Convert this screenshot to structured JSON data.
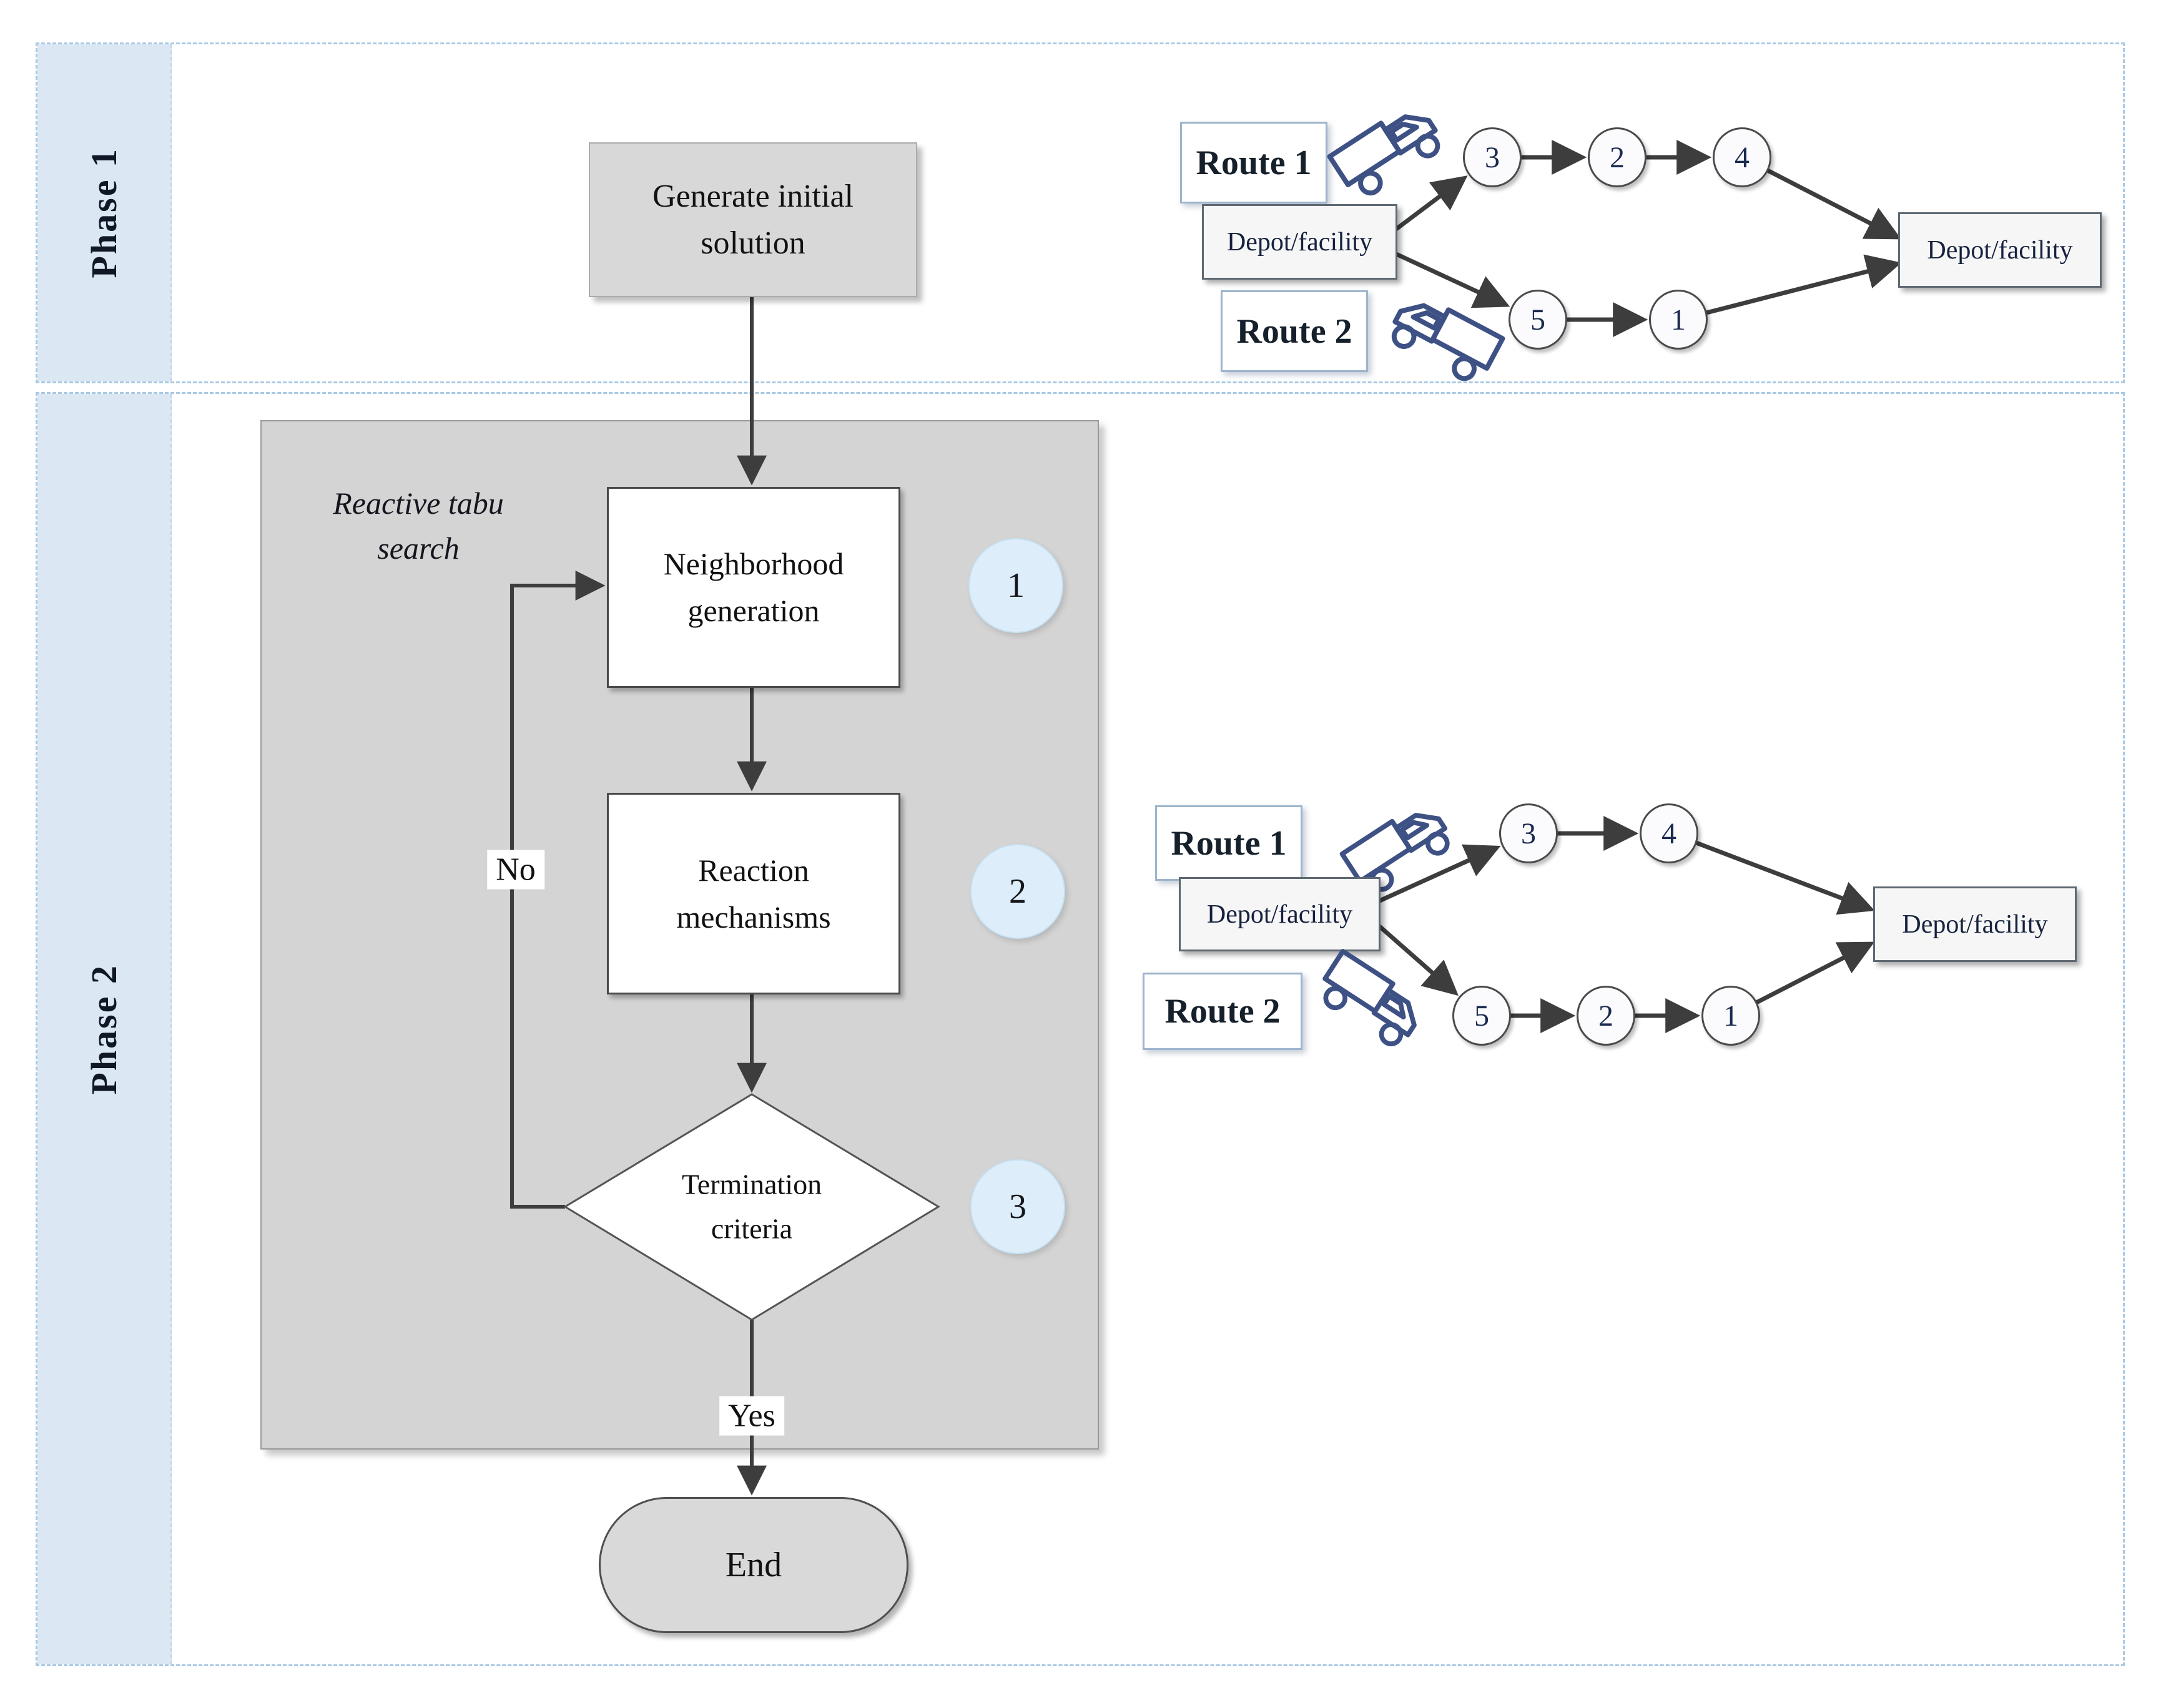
{
  "phase1": {
    "label": "Phase 1",
    "start_box": {
      "line1": "Generate initial",
      "line2": "solution"
    },
    "routes": {
      "route1_label": "Route 1",
      "route2_label": "Route 2",
      "depot_left": "Depot/facility",
      "depot_right": "Depot/facility",
      "route1_nodes": [
        "3",
        "2",
        "4"
      ],
      "route2_nodes": [
        "5",
        "1"
      ]
    }
  },
  "phase2": {
    "label": "Phase 2",
    "tabu_note": {
      "line1": "Reactive tabu",
      "line2": "search"
    },
    "steps": {
      "s1": {
        "line1": "Neighborhood",
        "line2": "generation",
        "badge": "1"
      },
      "s2": {
        "line1": "Reaction",
        "line2": "mechanisms",
        "badge": "2"
      },
      "s3": {
        "line1": "Termination",
        "line2": "criteria",
        "badge": "3"
      }
    },
    "no_label": "No",
    "yes_label": "Yes",
    "end_label": "End",
    "routes": {
      "route1_label": "Route 1",
      "route2_label": "Route 2",
      "depot_left": "Depot/facility",
      "depot_right": "Depot/facility",
      "route1_nodes": [
        "3",
        "4"
      ],
      "route2_nodes": [
        "5",
        "2",
        "1"
      ]
    }
  },
  "colors": {
    "band_blue": "#dbe7f2",
    "dashed_border": "#a9c9e3",
    "inner_gray": "#d4d4d4",
    "box_gray": "#d8d8d8",
    "badge_blue": "#ddeefa",
    "arrow_gray": "#3d3d3d",
    "truck_navy": "#3e5184",
    "node_number_navy": "#1b2a50"
  }
}
